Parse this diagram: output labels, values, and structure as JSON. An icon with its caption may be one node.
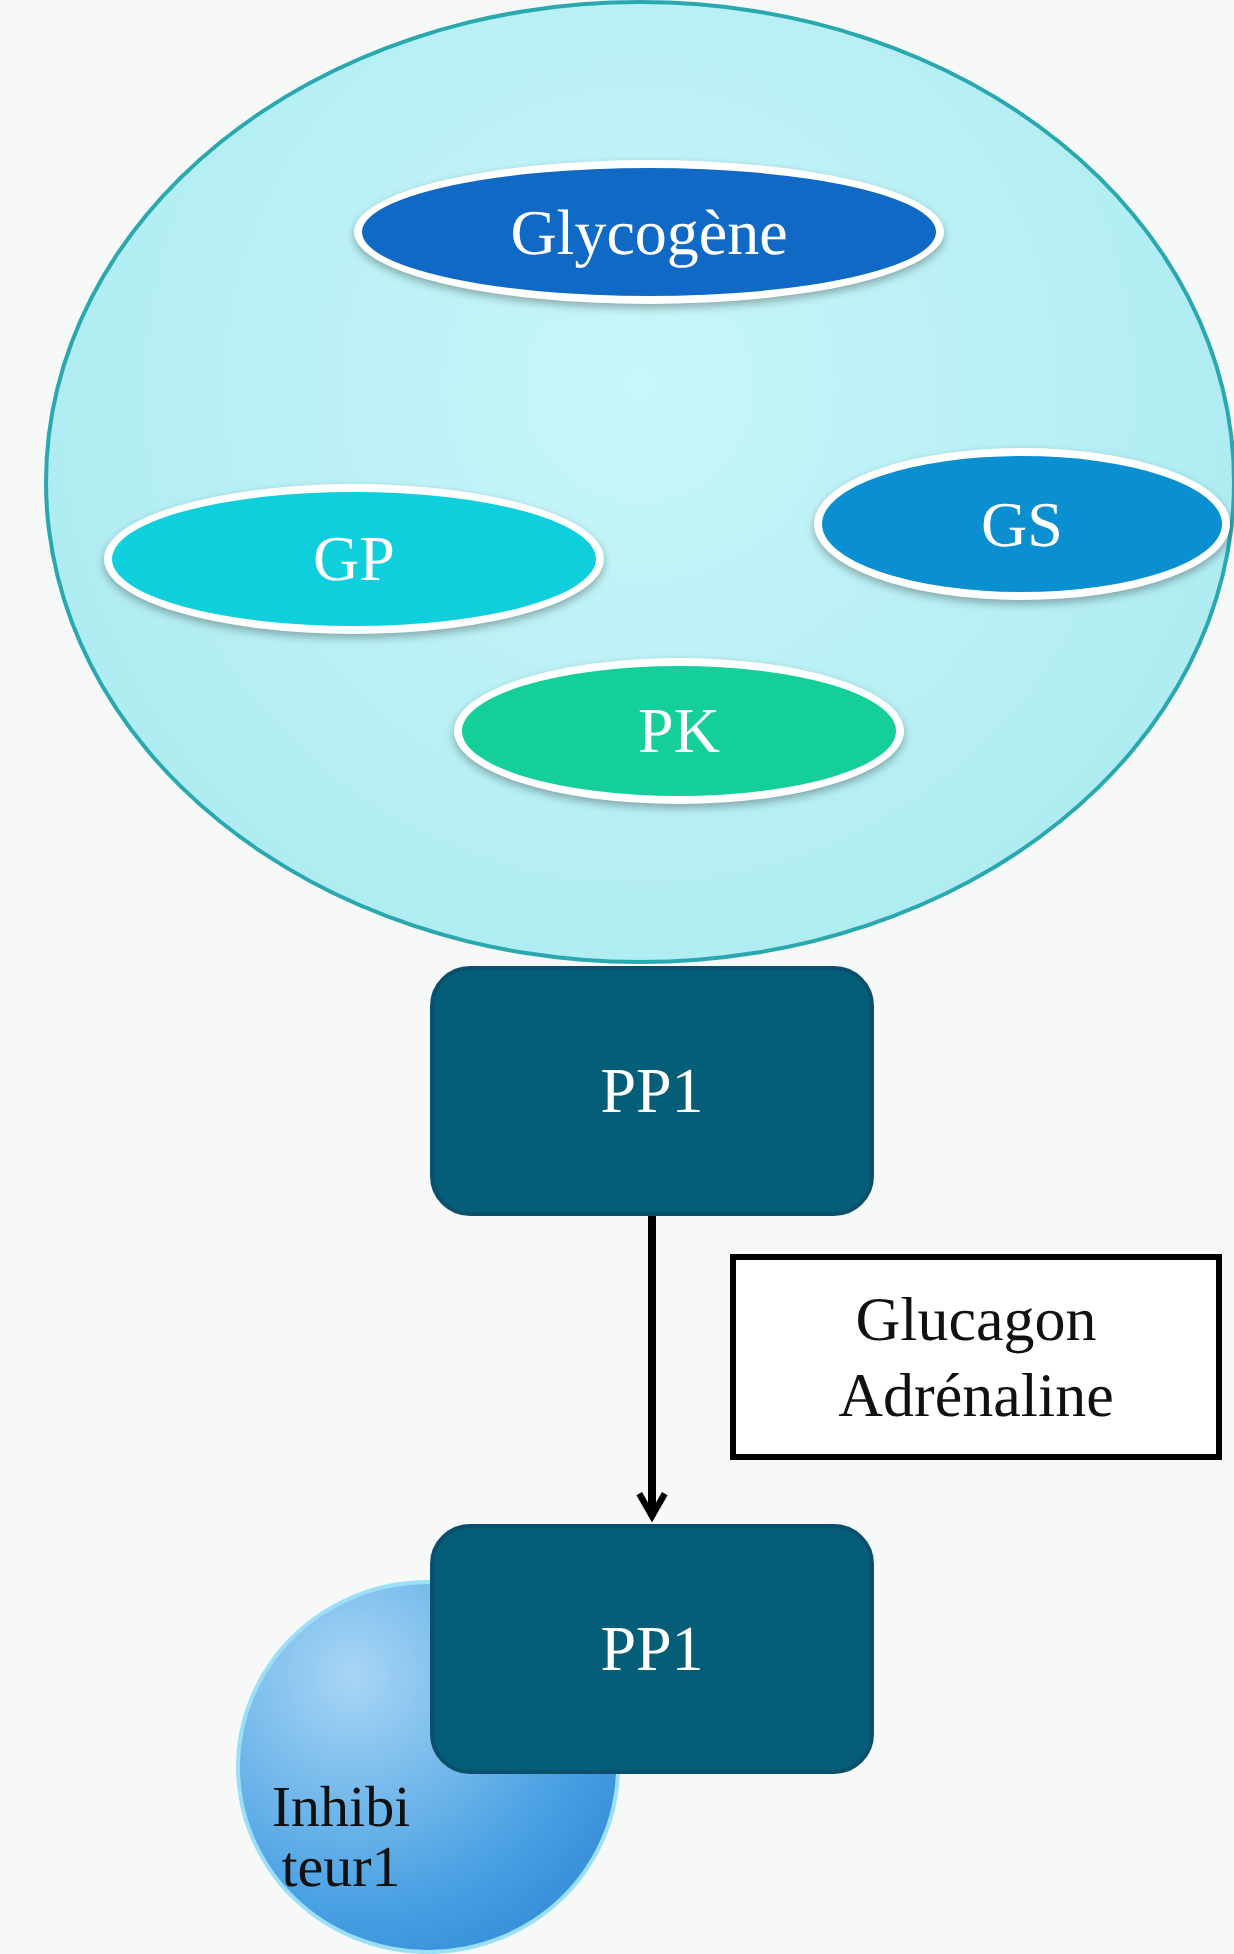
{
  "diagram": {
    "nodes": [
      {
        "text": [],
        "shape": "circle"
      },
      {
        "text": [
          "Glycogène"
        ],
        "in": 0
      },
      {
        "text": [
          "GP"
        ],
        "in": 0
      },
      {
        "text": [
          "GS"
        ],
        "in": 0
      },
      {
        "text": [
          "PK"
        ],
        "in": 0
      },
      {
        "text": [
          "PP1"
        ]
      },
      {
        "text": [
          "Glucagon Adrénaline"
        ]
      },
      {
        "text": [
          "PP1"
        ]
      },
      {
        "text": [
          "Inhibi teur1"
        ]
      }
    ],
    "edges": [
      {
        "from": 5,
        "to": 7,
        "arrow": "to"
      }
    ]
  }
}
